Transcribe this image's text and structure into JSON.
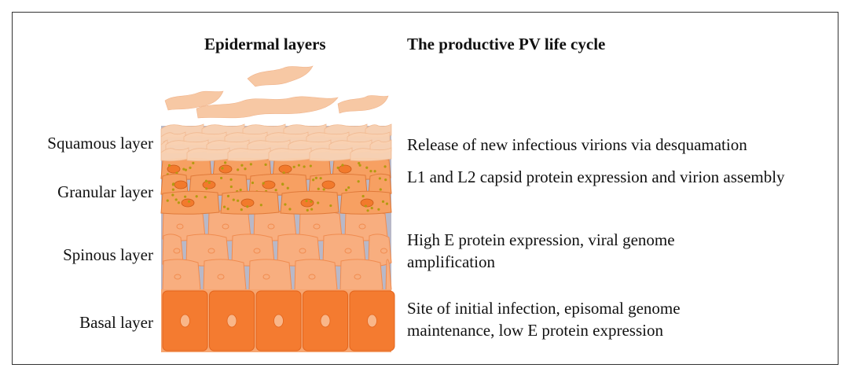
{
  "headings": {
    "left": "Epidermal layers",
    "right": "The productive PV life cycle"
  },
  "layers": [
    {
      "name": "Squamous layer",
      "description": "Release of new infectious virions via desquamation"
    },
    {
      "name": "Granular layer",
      "description": "L1 and L2 capsid protein expression and virion assembly"
    },
    {
      "name": "Spinous layer",
      "description": "High E protein expression, viral genome amplification"
    },
    {
      "name": "Basal layer",
      "description": "Site of initial infection, episomal genome maintenance, low E protein expression"
    }
  ],
  "colors": {
    "flake": "#f7c8a4",
    "squamous": "#fad2b2",
    "granular_cell": "#f7a062",
    "granular_dot": "#b39a10",
    "nucleus": "#f27a2c",
    "spinous_cell": "#f8ae7f",
    "basal_cell": "#f47b30",
    "basal_nucleus": "#f9b689",
    "gap": "#b8b8c8"
  }
}
